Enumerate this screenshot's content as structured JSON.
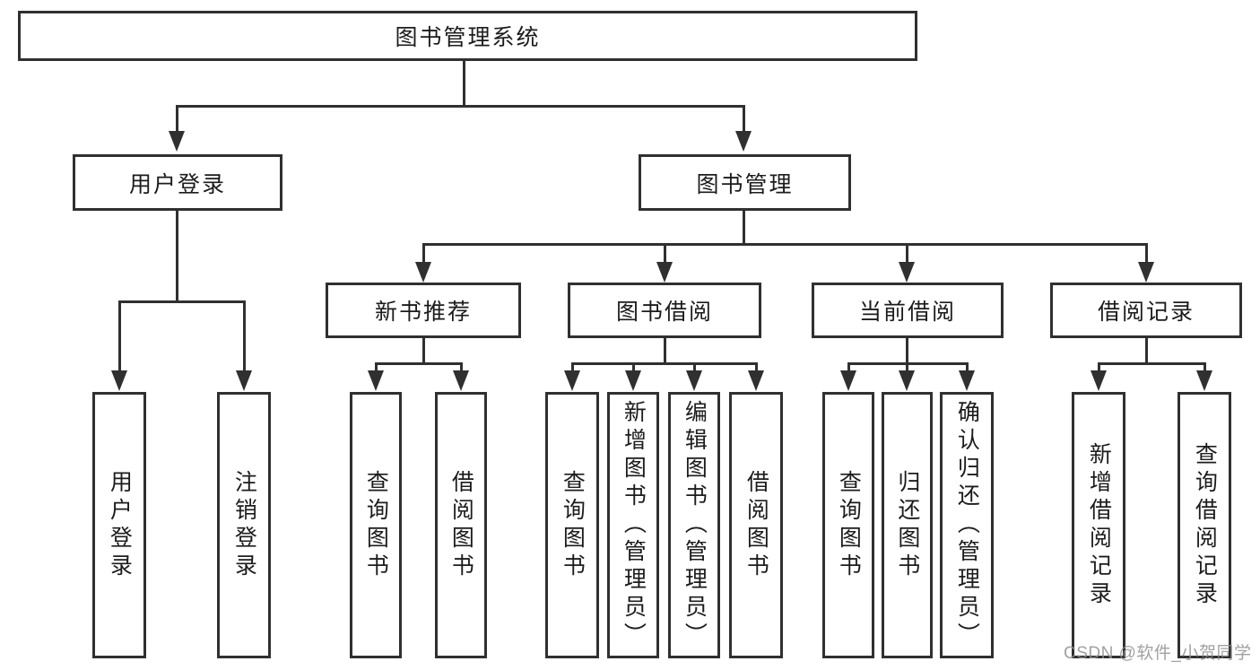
{
  "tree": {
    "label": "图书管理系统",
    "children": [
      {
        "label": "用户登录",
        "children": [
          {
            "label": "用户登录"
          },
          {
            "label": "注销登录"
          }
        ]
      },
      {
        "label": "图书管理",
        "children": [
          {
            "label": "新书推荐",
            "children": [
              {
                "label": "查询图书"
              },
              {
                "label": "借阅图书"
              }
            ]
          },
          {
            "label": "图书借阅",
            "children": [
              {
                "label": "查询图书"
              },
              {
                "label": "新增图书（管理员）"
              },
              {
                "label": "编辑图书（管理员）"
              },
              {
                "label": "借阅图书"
              }
            ]
          },
          {
            "label": "当前借阅",
            "children": [
              {
                "label": "查询图书"
              },
              {
                "label": "归还图书"
              },
              {
                "label": "确认归还（管理员）"
              }
            ]
          },
          {
            "label": "借阅记录",
            "children": [
              {
                "label": "新增借阅记录"
              },
              {
                "label": "查询借阅记录"
              }
            ]
          }
        ]
      }
    ]
  },
  "watermark": {
    "text": "CSDN @软件_小贺同学"
  },
  "colors": {
    "line": "#303030",
    "box_border": "#303030",
    "text": "#1c1c1c",
    "watermark": "#919191",
    "background": "#ffffff"
  }
}
